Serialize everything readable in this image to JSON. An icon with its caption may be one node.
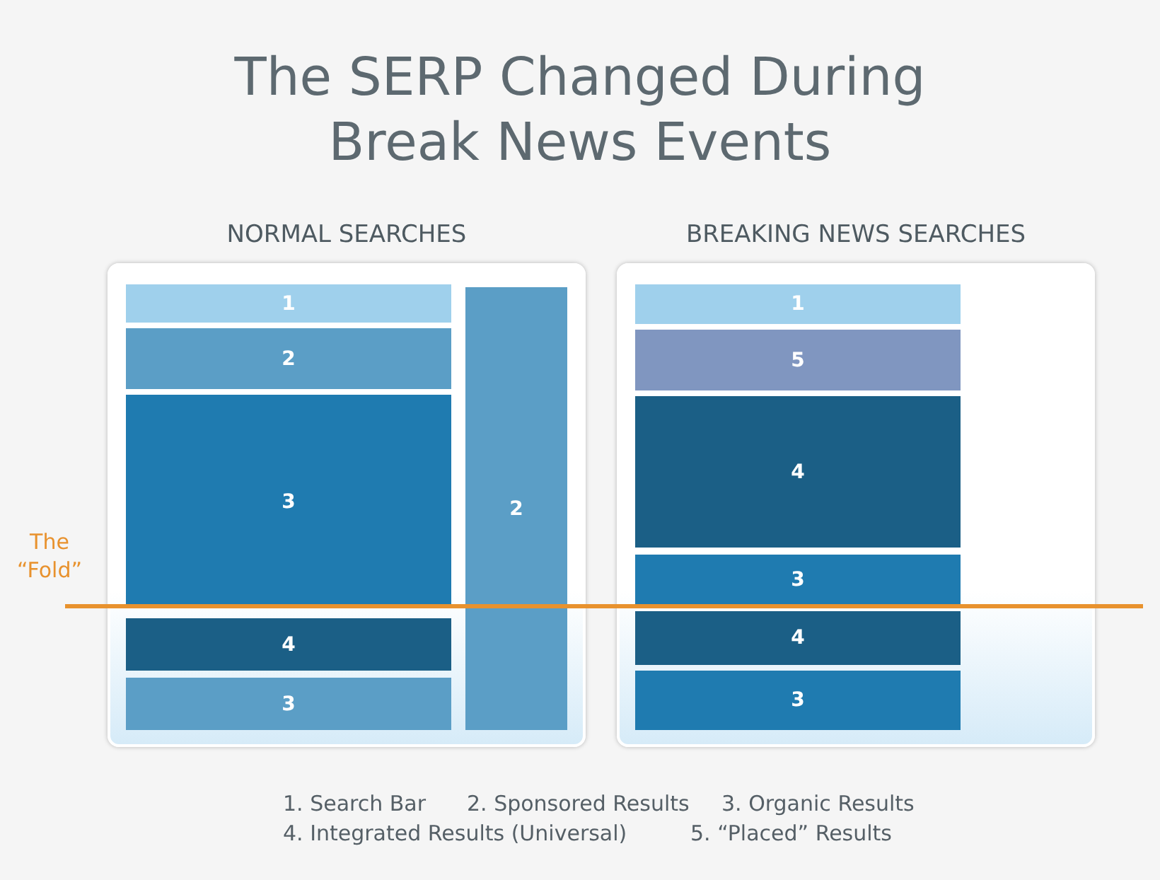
{
  "diagram": {
    "title": "The SERP Changed During Break News Events",
    "nodes": [
      {
        "text": [
          "NORMAL SEARCHES"
        ]
      },
      {
        "text": [
          "1"
        ],
        "in": 0
      },
      {
        "text": [
          "2"
        ],
        "in": 0
      },
      {
        "text": [
          "3"
        ],
        "in": 0
      },
      {
        "text": [
          "4"
        ],
        "in": 0
      },
      {
        "text": [
          "3"
        ],
        "in": 0
      },
      {
        "text": [
          "2"
        ],
        "in": 0
      },
      {
        "text": [
          "BREAKING NEWS SEARCHES"
        ]
      },
      {
        "text": [
          "1"
        ],
        "in": 7
      },
      {
        "text": [
          "5"
        ],
        "in": 7
      },
      {
        "text": [
          "4"
        ],
        "in": 7
      },
      {
        "text": [
          "3"
        ],
        "in": 7
      },
      {
        "text": [
          "4"
        ],
        "in": 7
      },
      {
        "text": [
          "3"
        ],
        "in": 7
      }
    ],
    "labels": [
      "The “Fold”",
      "1. Search Bar",
      "2. Sponsored Results",
      "3. Organic Results",
      "4. Integrated Results (Universal)",
      "5. “Placed” Results"
    ]
  }
}
